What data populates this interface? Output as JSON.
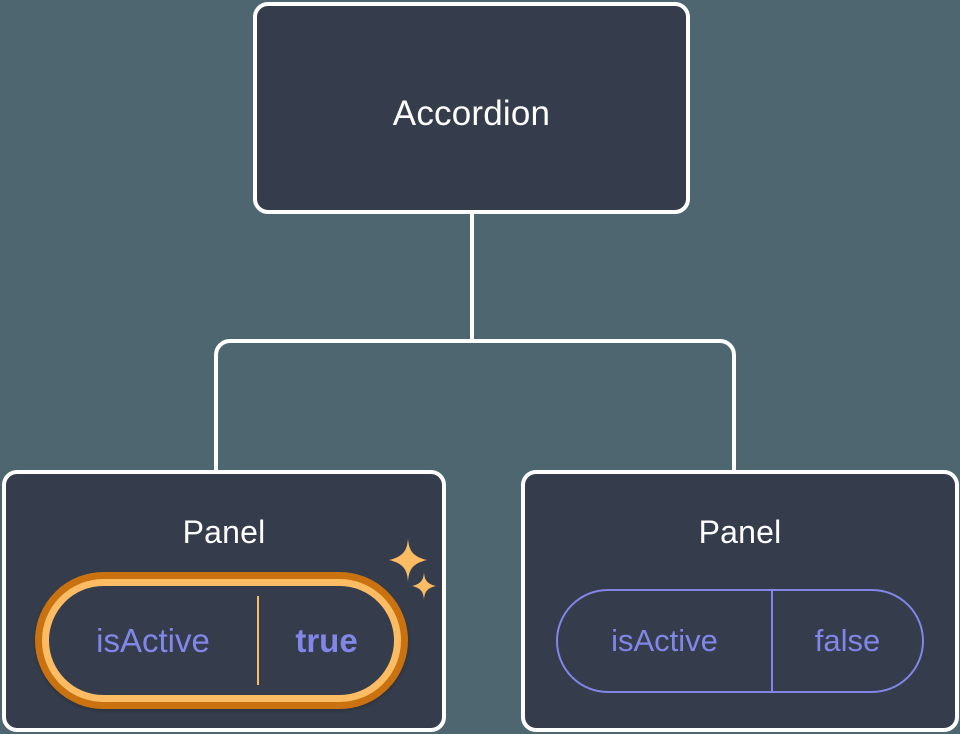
{
  "diagram": {
    "type": "component-tree",
    "background_color": "#4d666f",
    "node_fill_color": "#353c4b",
    "node_border_color": "#ffffff",
    "edge_color": "#ffffff",
    "prop_text_color": "#8186e8",
    "highlight_ring_outer_color": "#c9720f",
    "highlight_ring_inner_color": "#fbbc63",
    "sparkle_color": "#fbbc63"
  },
  "root": {
    "label": "Accordion"
  },
  "children": [
    {
      "label": "Panel",
      "prop": {
        "key": "isActive",
        "value": "true",
        "highlighted": true,
        "value_bold": true
      },
      "sparkles": [
        {
          "name": "sparkle-large"
        },
        {
          "name": "sparkle-small"
        }
      ]
    },
    {
      "label": "Panel",
      "prop": {
        "key": "isActive",
        "value": "false",
        "highlighted": false,
        "value_bold": false
      }
    }
  ]
}
